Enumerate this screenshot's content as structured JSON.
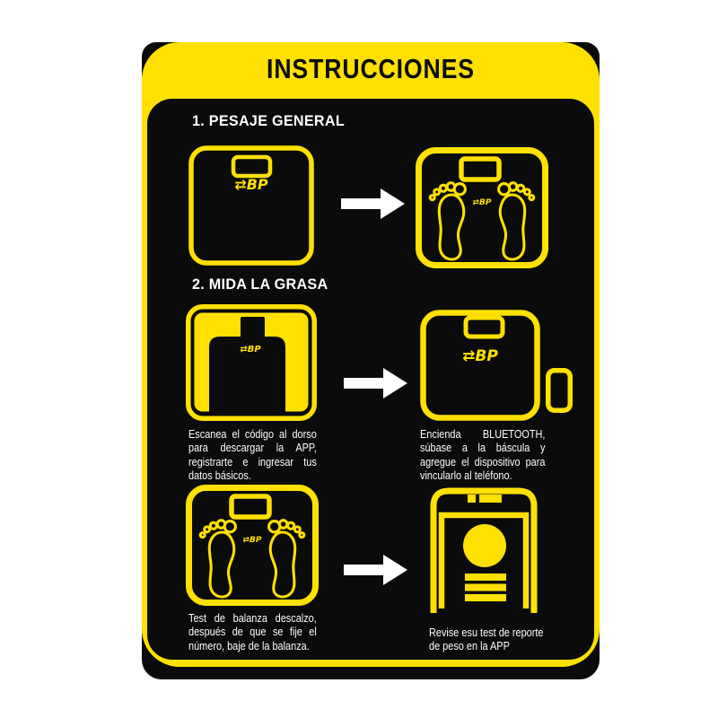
{
  "title": "INSTRUCCIONES",
  "sections": {
    "one": "1. PESAJE GENERAL",
    "two": "2. MIDA LA GRASA"
  },
  "logo": {
    "text": "⇄BP"
  },
  "steps": {
    "scan": {
      "lines": [
        "Escanea el código al dorso",
        "para descargar la APP,",
        "registrarte e ingresar tus",
        "datos básicos."
      ]
    },
    "bluetooth": {
      "lines": [
        "Encienda BLUETOOTH,",
        "súbase a la báscula y",
        "agregue el dispositivo para",
        "vincularlo al teléfono."
      ]
    },
    "test": {
      "lines": [
        "Test de balanza descalzo,",
        "después de que se fije el",
        "número, baje de la balanza."
      ]
    },
    "review": {
      "lines": [
        "Revise esu test de reporte",
        "de peso en la APP"
      ]
    }
  },
  "colors": {
    "yellow": "#ffe000",
    "black": "#0b0b0b",
    "white": "#ffffff"
  },
  "icons": {
    "scale_display": "scale-display-icon",
    "scale_feet": "scale-feet-icon",
    "scale_qr_arch": "scale-qr-arch-icon",
    "scale_bluetooth_phone": "scale-bluetooth-phone-icon",
    "phone_report": "phone-report-icon",
    "arrow": "arrow-right-icon"
  }
}
